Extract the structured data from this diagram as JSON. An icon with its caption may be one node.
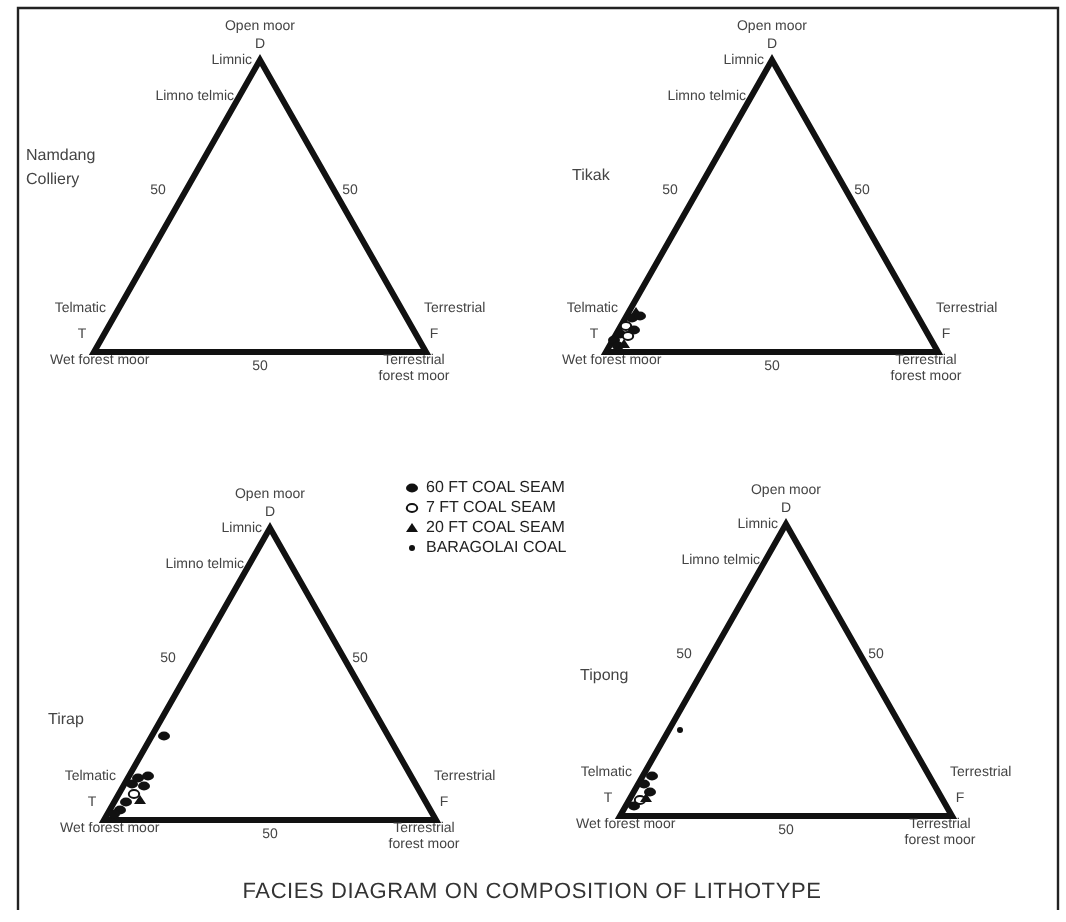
{
  "diagram": {
    "caption": "FACIES DIAGRAM ON COMPOSITION OF LITHOTYPE",
    "labels": [
      "Open moor",
      "D",
      "Limnic",
      "Limno telmic",
      "Namdang Colliery",
      "50",
      "50",
      "Telmatic",
      "T",
      "Wet forest moor",
      "50",
      "Terrestrial",
      "F",
      "Terrestrial forest moor",
      "Open moor",
      "D",
      "Limnic",
      "Limno telmic",
      "Tikak",
      "50",
      "50",
      "Telmatic",
      "T",
      "Wet forest moor",
      "50",
      "Terrestrial",
      "F",
      "Terrestrial forest moor",
      "Open moor",
      "D",
      "Limnic",
      "Limno telmic",
      "Tirap",
      "50",
      "50",
      "Telmatic",
      "T",
      "Wet forest moor",
      "50",
      "Terrestrial",
      "F",
      "Terrestrial forest moor",
      "Open moor",
      "D",
      "Limnic",
      "Limno telmic",
      "Tipong",
      "50",
      "50",
      "Telmatic",
      "T",
      "Wet forest moor",
      "50",
      "Terrestrial",
      "F",
      "Terrestrial forest moor"
    ],
    "legend": [
      {
        "text": "60 FT COAL SEAM"
      },
      {
        "text": "7 FT COAL SEAM"
      },
      {
        "text": "20 FT COAL SEAM"
      },
      {
        "text": "BARAGOLAI COAL"
      }
    ]
  }
}
